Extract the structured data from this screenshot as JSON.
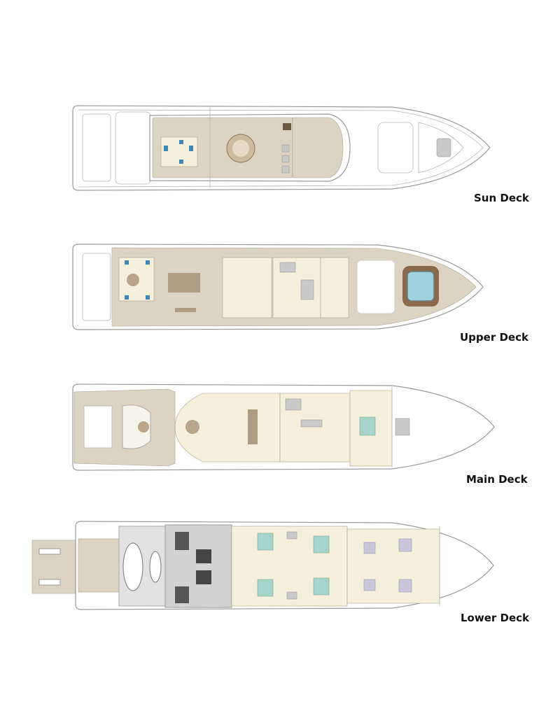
{
  "decks": [
    {
      "label": "Sun Deck"
    },
    {
      "label": "Upper Deck"
    },
    {
      "label": "Main Deck"
    },
    {
      "label": "Lower Deck"
    }
  ],
  "colors": {
    "teak": "#dcd3c3",
    "interior": "#f4f0dc",
    "berth": "#a8d5cb",
    "crew_berth": "#c9c6da",
    "pool": "#9fd0de"
  }
}
